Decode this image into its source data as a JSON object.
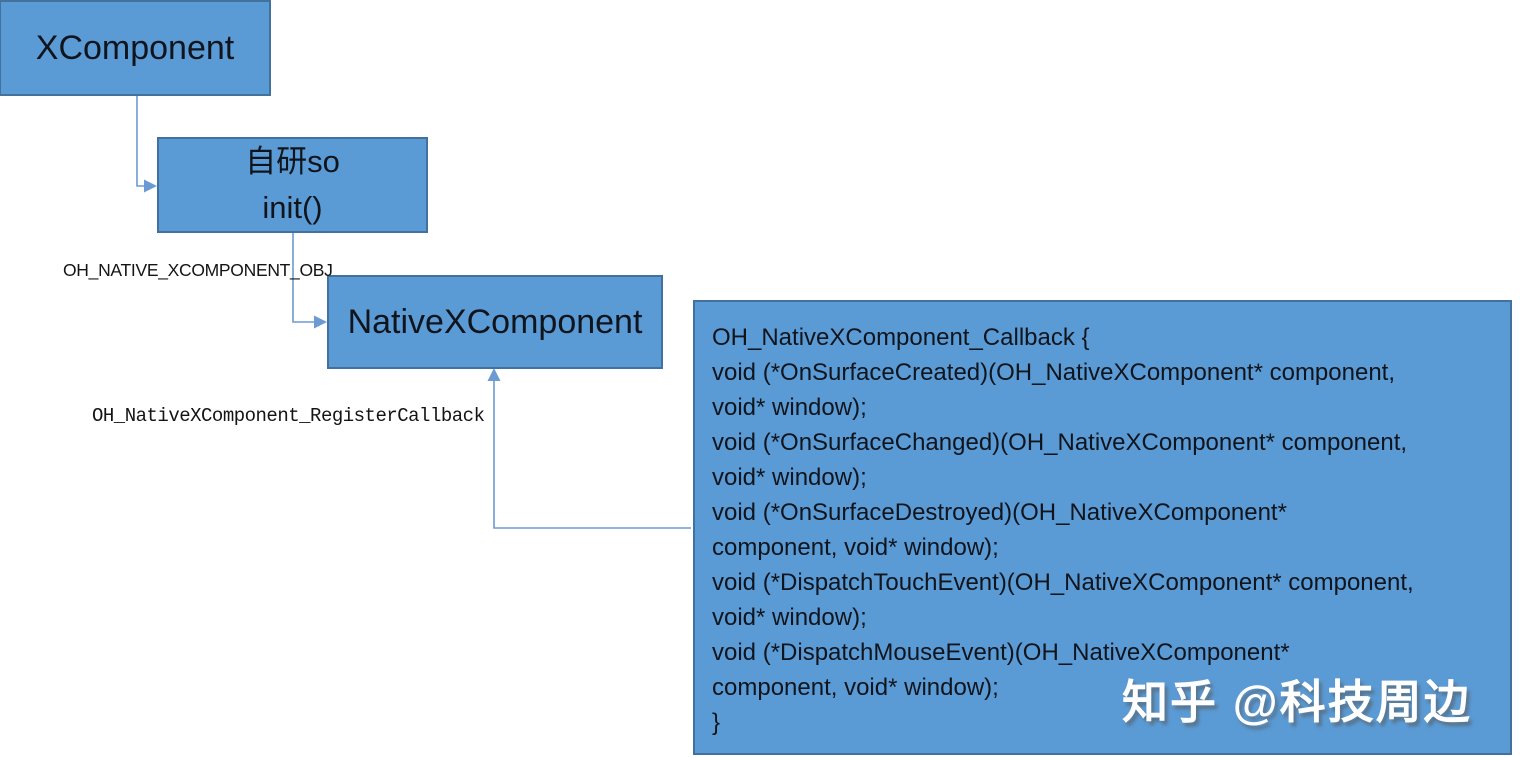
{
  "colors": {
    "background": "#ffffff",
    "box_fill": "#5b9bd5",
    "box_border": "#41719c",
    "box_text": "#10151d",
    "label_text": "#141414",
    "connector": "#6b9bd2",
    "watermark_text": "#ffffff"
  },
  "diagram": {
    "box_xcomponent": {
      "label": "XComponent"
    },
    "box_custom_so": {
      "line1": "自研so",
      "line2": "init()"
    },
    "box_native_xcomponent": {
      "label": "NativeXComponent"
    },
    "edge_labels": {
      "obj": "OH_NATIVE_XCOMPONENT_OBJ",
      "register_callback": "OH_NativeXComponent_RegisterCallback"
    },
    "code_box": {
      "lines": [
        "OH_NativeXComponent_Callback {",
        "void (*OnSurfaceCreated)(OH_NativeXComponent* component,",
        "void* window);",
        "void (*OnSurfaceChanged)(OH_NativeXComponent* component,",
        "void* window);",
        "void (*OnSurfaceDestroyed)(OH_NativeXComponent*",
        "component, void* window);",
        "void (*DispatchTouchEvent)(OH_NativeXComponent* component,",
        "void* window);",
        "void (*DispatchMouseEvent)(OH_NativeXComponent*",
        "component, void* window);",
        "}"
      ]
    }
  },
  "watermark": {
    "text": "知乎 @科技周边"
  }
}
